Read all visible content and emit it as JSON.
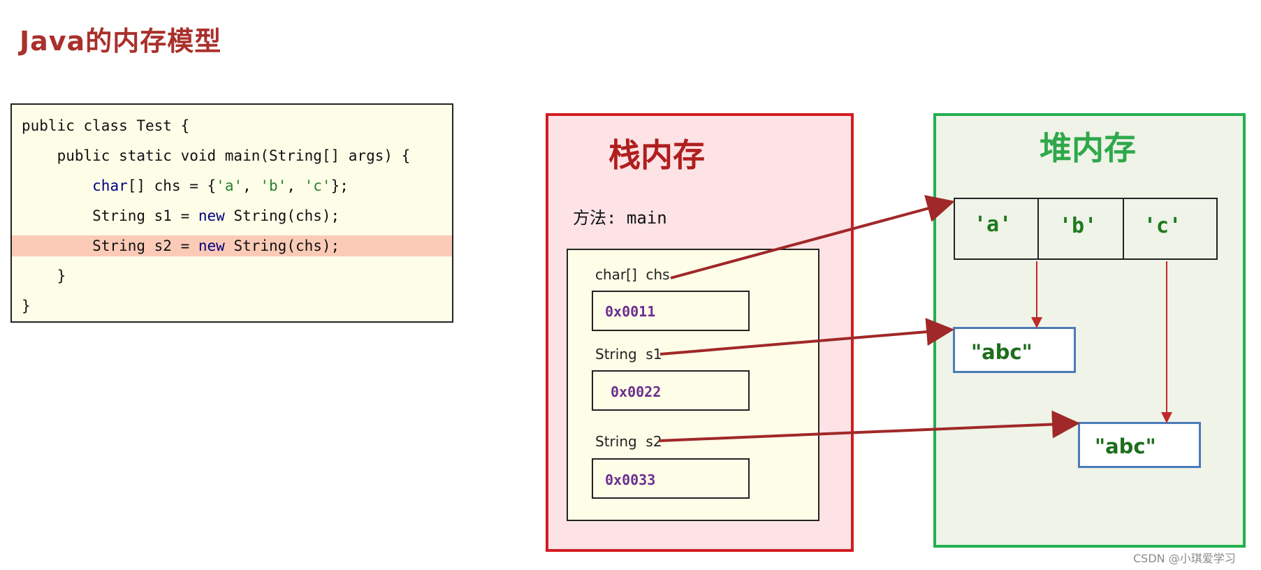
{
  "title": "Java的内存模型",
  "code": {
    "lines": [
      [
        {
          "t": "public class Test {"
        }
      ],
      [
        {
          "t": "    public static void main(String[] args) {"
        }
      ],
      [
        {
          "t": "        "
        },
        {
          "t": "char",
          "k": "kw"
        },
        {
          "t": "[] chs = {"
        },
        {
          "t": "'a'",
          "k": "ch"
        },
        {
          "t": ", "
        },
        {
          "t": "'b'",
          "k": "ch"
        },
        {
          "t": ", "
        },
        {
          "t": "'c'",
          "k": "ch"
        },
        {
          "t": "};"
        }
      ],
      [
        {
          "t": "        String s1 = "
        },
        {
          "t": "new",
          "k": "kw"
        },
        {
          "t": " String(chs);"
        }
      ],
      [
        {
          "t": "        String s2 = "
        },
        {
          "t": "new",
          "k": "kw"
        },
        {
          "t": " String(chs);"
        }
      ],
      [
        {
          "t": "    }"
        }
      ],
      [
        {
          "t": "}"
        }
      ]
    ],
    "highlight_line": 4
  },
  "stack": {
    "title": "栈内存",
    "method_label": "方法: main",
    "vars": [
      {
        "label": "char[]  chs",
        "address": "0x0011"
      },
      {
        "label": "String  s1",
        "address": "0x0022"
      },
      {
        "label": "String  s2",
        "address": "0x0033"
      }
    ]
  },
  "heap": {
    "title": "堆内存",
    "array_cells": [
      "'a'",
      "'b'",
      "'c'"
    ],
    "strings": [
      "\"abc\"",
      "\"abc\""
    ]
  },
  "watermark": "CSDN @小琪爱学习",
  "colors": {
    "title": "#a9302b",
    "stack_border": "#d21c22",
    "stack_fill": "#fde3e6",
    "heap_border": "#22b04f",
    "heap_fill": "#eff3e8",
    "arrow": "#a02828",
    "address": "#6b2f8f",
    "heap_value": "#1d7a1d",
    "string_box_border": "#4a7bb8"
  }
}
